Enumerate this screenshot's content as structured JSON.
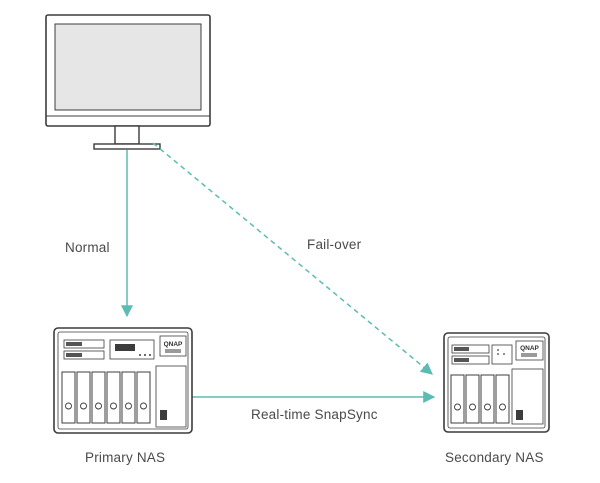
{
  "labels": {
    "normal": "Normal",
    "failover": "Fail-over",
    "sync": "Real-time SnapSync",
    "primary": "Primary NAS",
    "secondary": "Secondary NAS"
  },
  "nas_brand": "QNAP",
  "colors": {
    "arrow": "#5bbcb3",
    "monitor_bezel": "#ffffff",
    "monitor_screen": "#e6e6e6",
    "outline": "#3c3c3c",
    "text": "#4a4a4a"
  },
  "primary_nas": {
    "drive_bays": 6,
    "top_bays": 2
  },
  "secondary_nas": {
    "drive_bays": 4,
    "top_bays": 2
  }
}
